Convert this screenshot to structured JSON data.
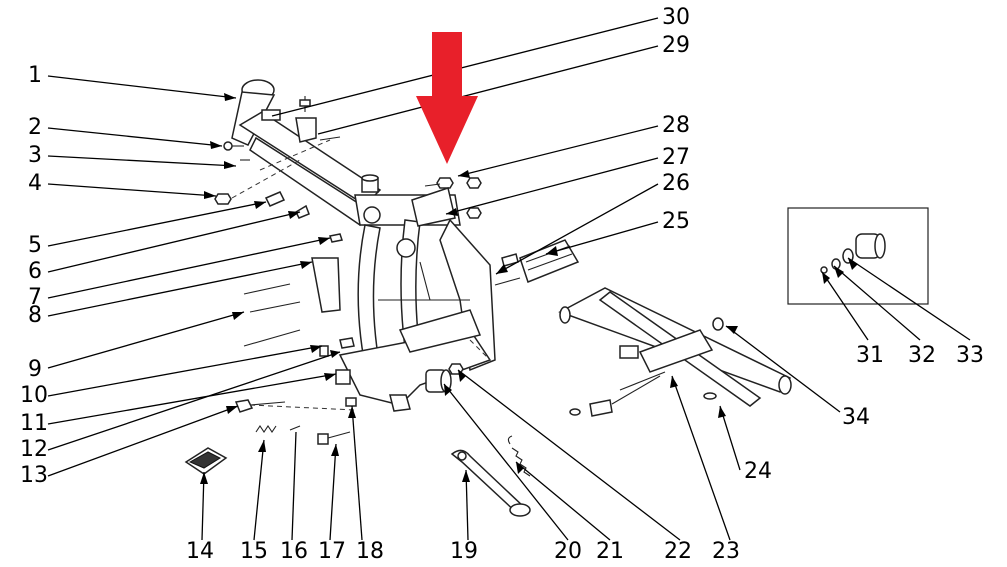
{
  "callouts": {
    "c1": "1",
    "c2": "2",
    "c3": "3",
    "c4": "4",
    "c5": "5",
    "c6": "6",
    "c7": "7",
    "c8": "8",
    "c9": "9",
    "c10": "10",
    "c11": "11",
    "c12": "12",
    "c13": "13",
    "c14": "14",
    "c15": "15",
    "c16": "16",
    "c17": "17",
    "c18": "18",
    "c19": "19",
    "c20": "20",
    "c21": "21",
    "c22": "22",
    "c23": "23",
    "c24": "24",
    "c25": "25",
    "c26": "26",
    "c27": "27",
    "c28": "28",
    "c29": "29",
    "c30": "30",
    "c31": "31",
    "c32": "32",
    "c33": "33",
    "c34": "34"
  },
  "colors": {
    "highlight_arrow": "#e8202a",
    "line": "#000000",
    "background": "#ffffff"
  }
}
